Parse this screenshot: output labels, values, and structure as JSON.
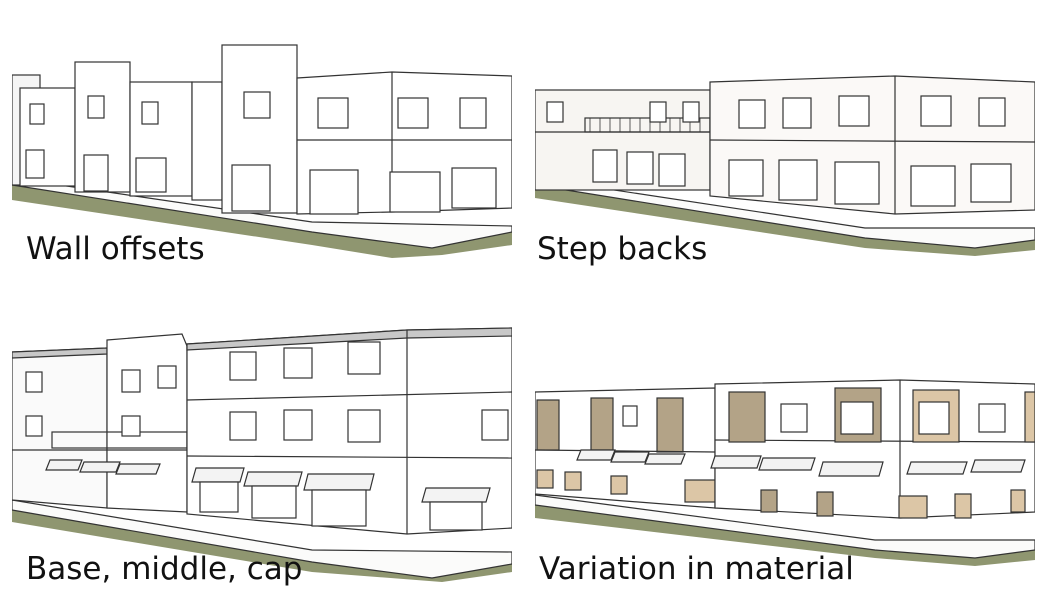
{
  "panels": [
    {
      "caption": "Wall offsets"
    },
    {
      "caption": "Step backs"
    },
    {
      "caption": "Base, middle, cap"
    },
    {
      "caption": "Variation in material"
    }
  ],
  "colors": {
    "wall": "#ffffff",
    "wall_shade": "#f4f2ef",
    "line": "#333333",
    "grass": "#8f9670",
    "sidewalk": "#fbfbfa",
    "roof_shade": "#c8c8c8",
    "awning": "#f3f3f3",
    "material_brown": "#b3a387",
    "material_tan": "#dcc6a6"
  }
}
